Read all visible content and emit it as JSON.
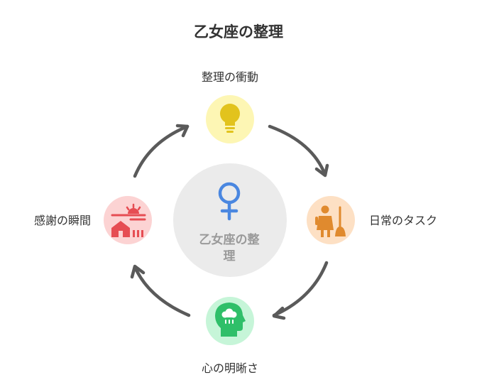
{
  "title": "乙女座の整理",
  "center": {
    "label_line1": "乙女座の整",
    "label_line2": "理",
    "icon": "virgo-venus-symbol-icon"
  },
  "nodes": [
    {
      "id": "top",
      "label": "整理の衝動",
      "icon": "lightbulb-icon"
    },
    {
      "id": "right",
      "label": "日常のタスク",
      "icon": "maid-with-broom-icon"
    },
    {
      "id": "bottom",
      "label": "心の明晰さ",
      "icon": "head-with-cloud-icon"
    },
    {
      "id": "left",
      "label": "感謝の瞬間",
      "icon": "sunrise-over-house-icon"
    }
  ],
  "colors": {
    "top_bg": "#fdf6b4",
    "top_icon": "#e2c31d",
    "right_bg": "#fde0c4",
    "right_icon": "#e08a2e",
    "bottom_bg": "#c6f5d8",
    "bottom_icon": "#2fbf69",
    "left_bg": "#fcd3d3",
    "left_icon": "#e64d53",
    "center_bg": "#ebebeb",
    "center_icon": "#4a87e0",
    "arrow": "#5a5a5a"
  }
}
